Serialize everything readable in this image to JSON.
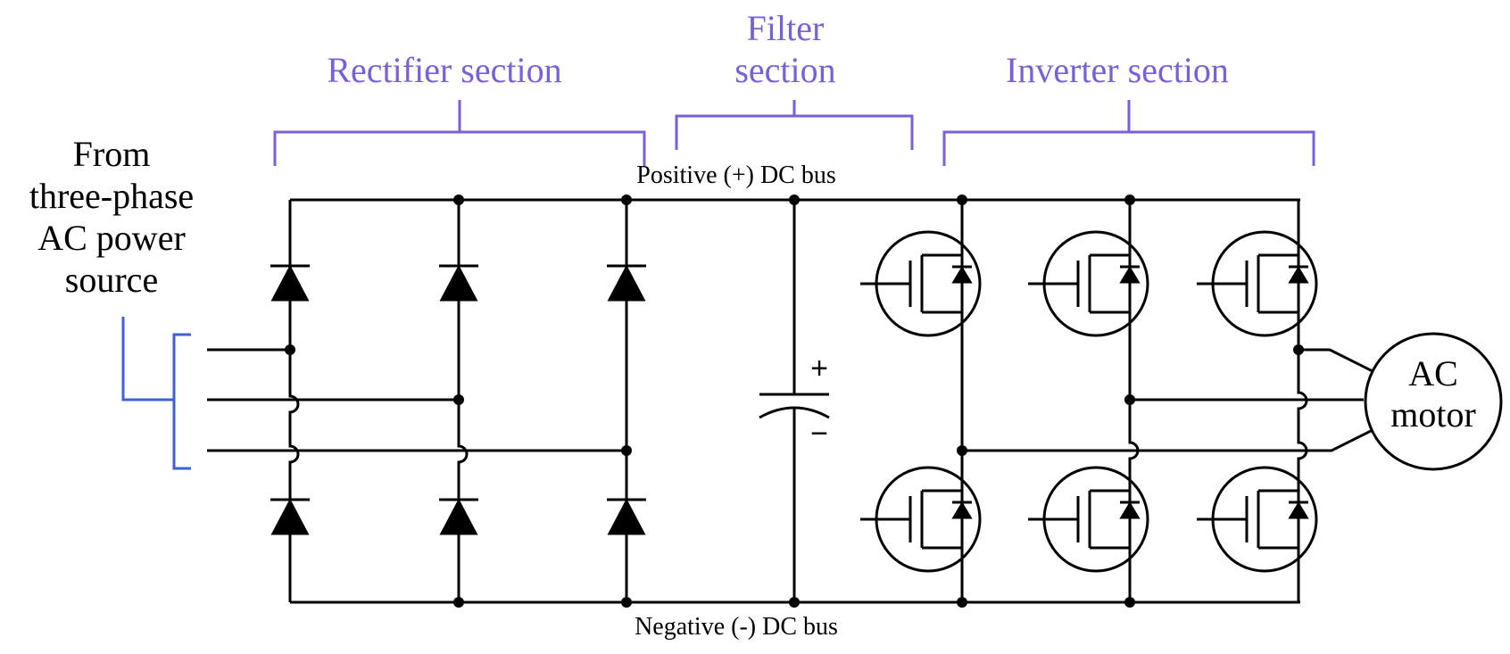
{
  "sections": {
    "rectifier": "Rectifier section",
    "filter_line1": "Filter",
    "filter_line2": "section",
    "inverter": "Inverter section"
  },
  "source": {
    "line1": "From",
    "line2": "three-phase",
    "line3": "AC power",
    "line4": "source"
  },
  "bus": {
    "positive": "Positive (+) DC bus",
    "negative": "Negative (-) DC bus"
  },
  "capacitor": {
    "plus": "+",
    "minus": "−"
  },
  "motor": {
    "line1": "AC",
    "line2": "motor"
  },
  "colors": {
    "section_labels": "#7b5fd9",
    "source_bracket": "#3f5fd6",
    "wires": "#000000"
  }
}
